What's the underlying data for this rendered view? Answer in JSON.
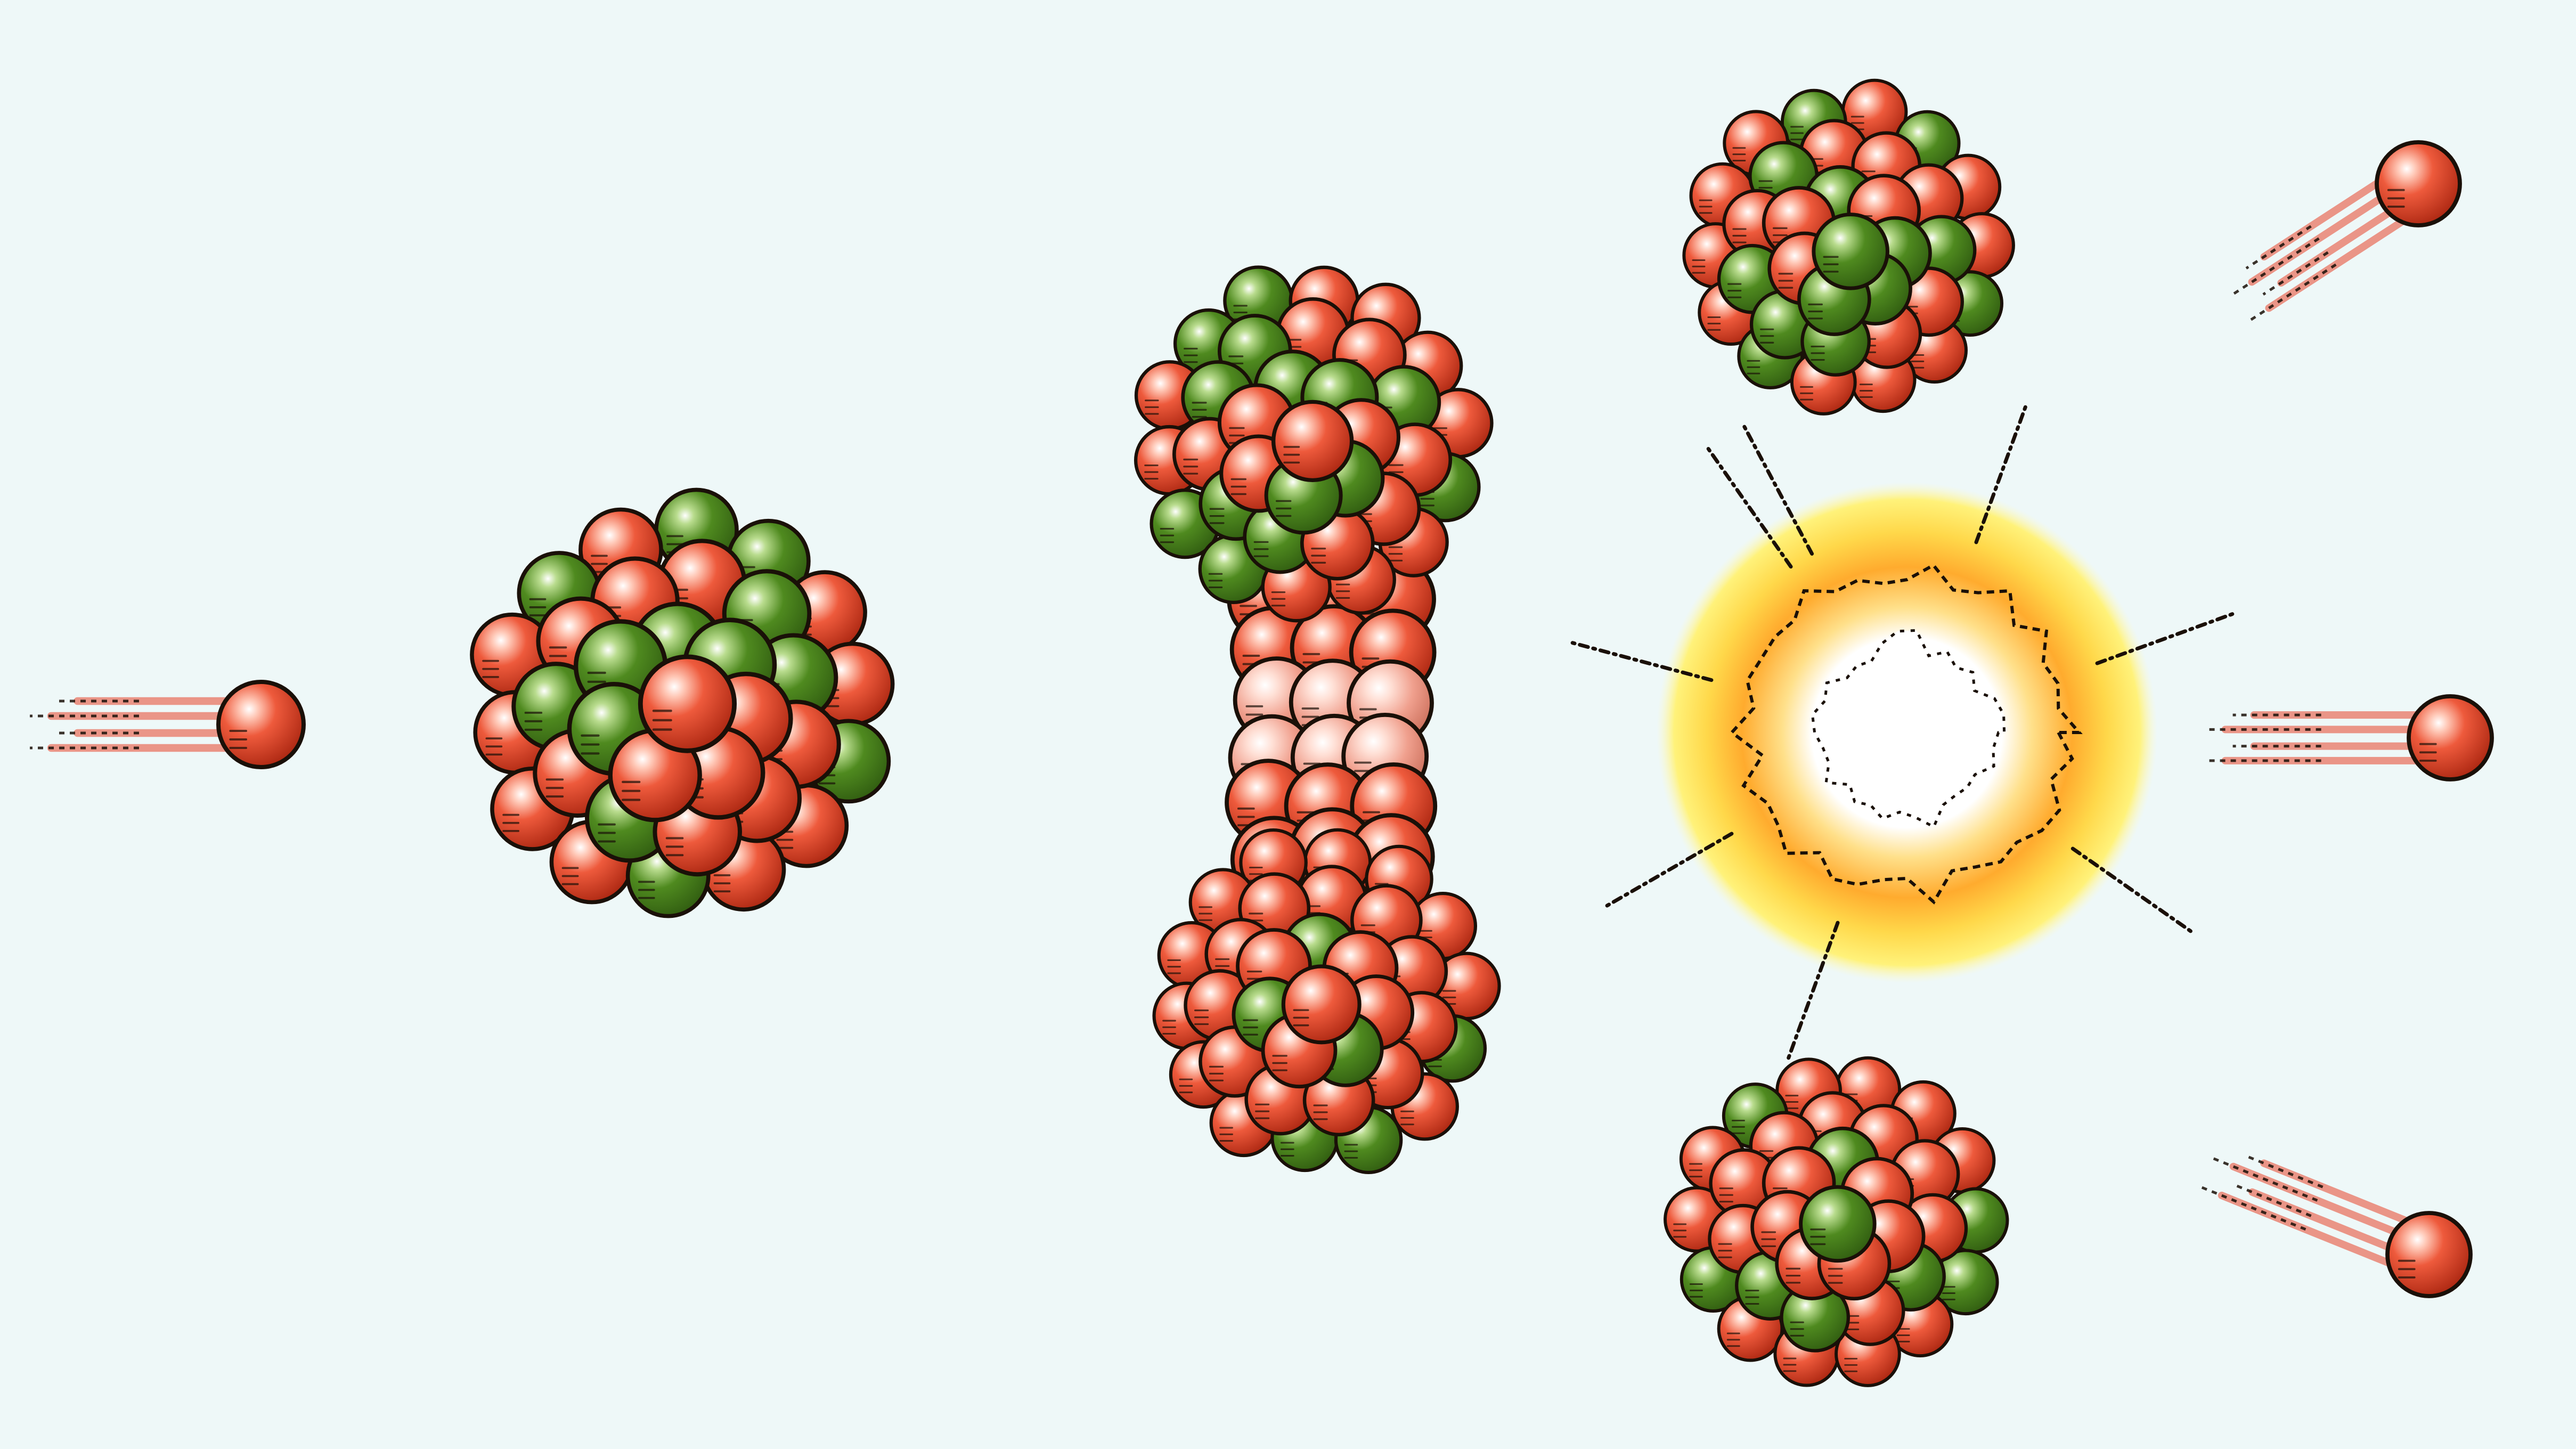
{
  "scene": {
    "background": "#eef8f8",
    "colors": {
      "proton": "#e8452c",
      "proton_shadow": "#a8240f",
      "neutron": "#4f8a1f",
      "neutron_shadow": "#2f5a10",
      "neck_nucleon": "#f0a08e",
      "outline": "#1a1008",
      "flash_outer": "#fff27a",
      "flash_mid": "#ffb938",
      "flash_core": "#ffffff"
    },
    "components": [
      {
        "name": "incoming-neutron",
        "icon": "neutron-ball-icon"
      },
      {
        "name": "uranium-nucleus",
        "icon": "nucleus-cluster-icon"
      },
      {
        "name": "deforming-nucleus",
        "icon": "dumbbell-nucleus-icon"
      },
      {
        "name": "energy-flash",
        "icon": "explosion-icon"
      },
      {
        "name": "fission-fragment-top",
        "icon": "nucleus-cluster-icon"
      },
      {
        "name": "fission-fragment-bottom",
        "icon": "nucleus-cluster-icon"
      },
      {
        "name": "released-neutron-1",
        "icon": "neutron-ball-icon"
      },
      {
        "name": "released-neutron-2",
        "icon": "neutron-ball-icon"
      },
      {
        "name": "released-neutron-3",
        "icon": "neutron-ball-icon"
      }
    ]
  }
}
